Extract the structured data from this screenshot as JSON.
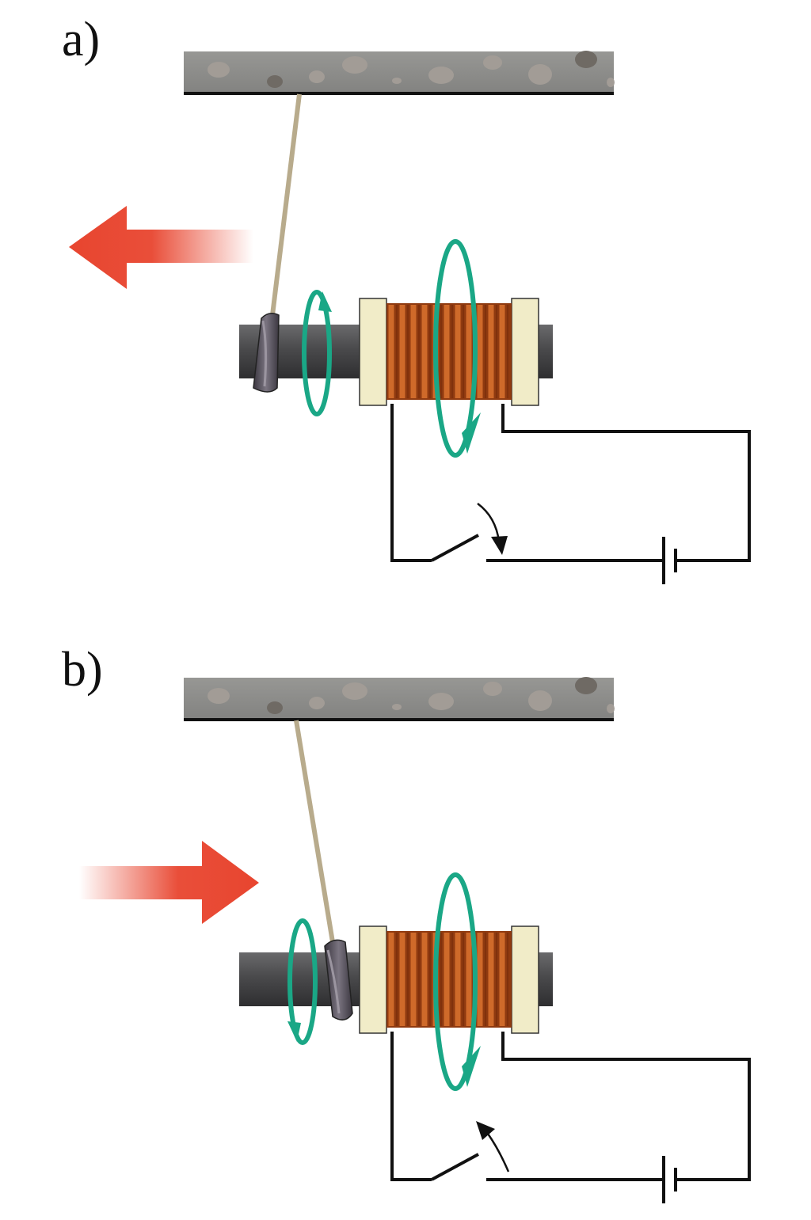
{
  "panels": [
    {
      "label": "a)",
      "ring_motion": "left",
      "switch_action": "closing"
    },
    {
      "label": "b)",
      "ring_motion": "right",
      "switch_action": "opening"
    }
  ],
  "colors": {
    "ceiling": "#8f8f8c",
    "ceiling_spots": "#a09b95",
    "string": "#b8ab8c",
    "core": "#4a4a4c",
    "ring": "#5a5560",
    "bobbin": "#f1ecc8",
    "copper": "#b5531c",
    "field_lines": "#1aa786",
    "motion_arrow": "#e8452f",
    "wire": "#111111"
  },
  "icons": [
    "ceiling",
    "string",
    "metal-ring",
    "iron-core",
    "solenoid-coil",
    "magnetic-field-loop",
    "force-arrow",
    "switch",
    "battery"
  ]
}
